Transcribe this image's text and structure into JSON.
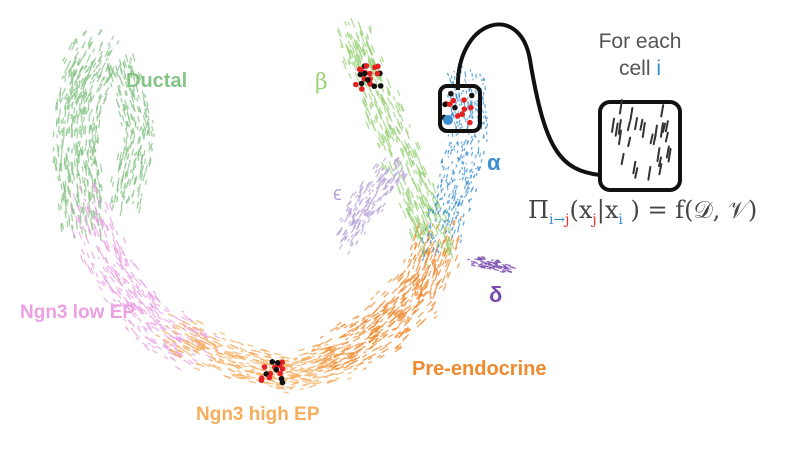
{
  "labels": {
    "ductal": "Ductal",
    "beta": "β",
    "alpha": "α",
    "epsilon": "ϵ",
    "delta": "δ",
    "ngn3_low": "Ngn3 low EP",
    "ngn3_high": "Ngn3 high EP",
    "pre_endocrine": "Pre-endocrine"
  },
  "caption": {
    "line1": "For each",
    "line2_prefix": "cell",
    "line2_index": "i"
  },
  "formula": {
    "pi": "Π",
    "sub_i": "i",
    "sub_arrow": "→",
    "sub_j": "j",
    "open": "(x",
    "x_sub_j": "j",
    "bar": "|x",
    "x_sub_i": "i",
    "rest": " ) = f(𝒟, 𝒱)"
  },
  "colors": {
    "ductal": "#86c486",
    "beta": "#9ad27a",
    "alpha": "#3b8fd1",
    "epsilon": "#b8a3d8",
    "delta": "#7b4caf",
    "ngn3_low": "#eaa0e2",
    "ngn3_high": "#f5ad5e",
    "pre_endocrine": "#f08a2e",
    "index_i": "#3b8fd1",
    "index_j": "#e53030"
  }
}
